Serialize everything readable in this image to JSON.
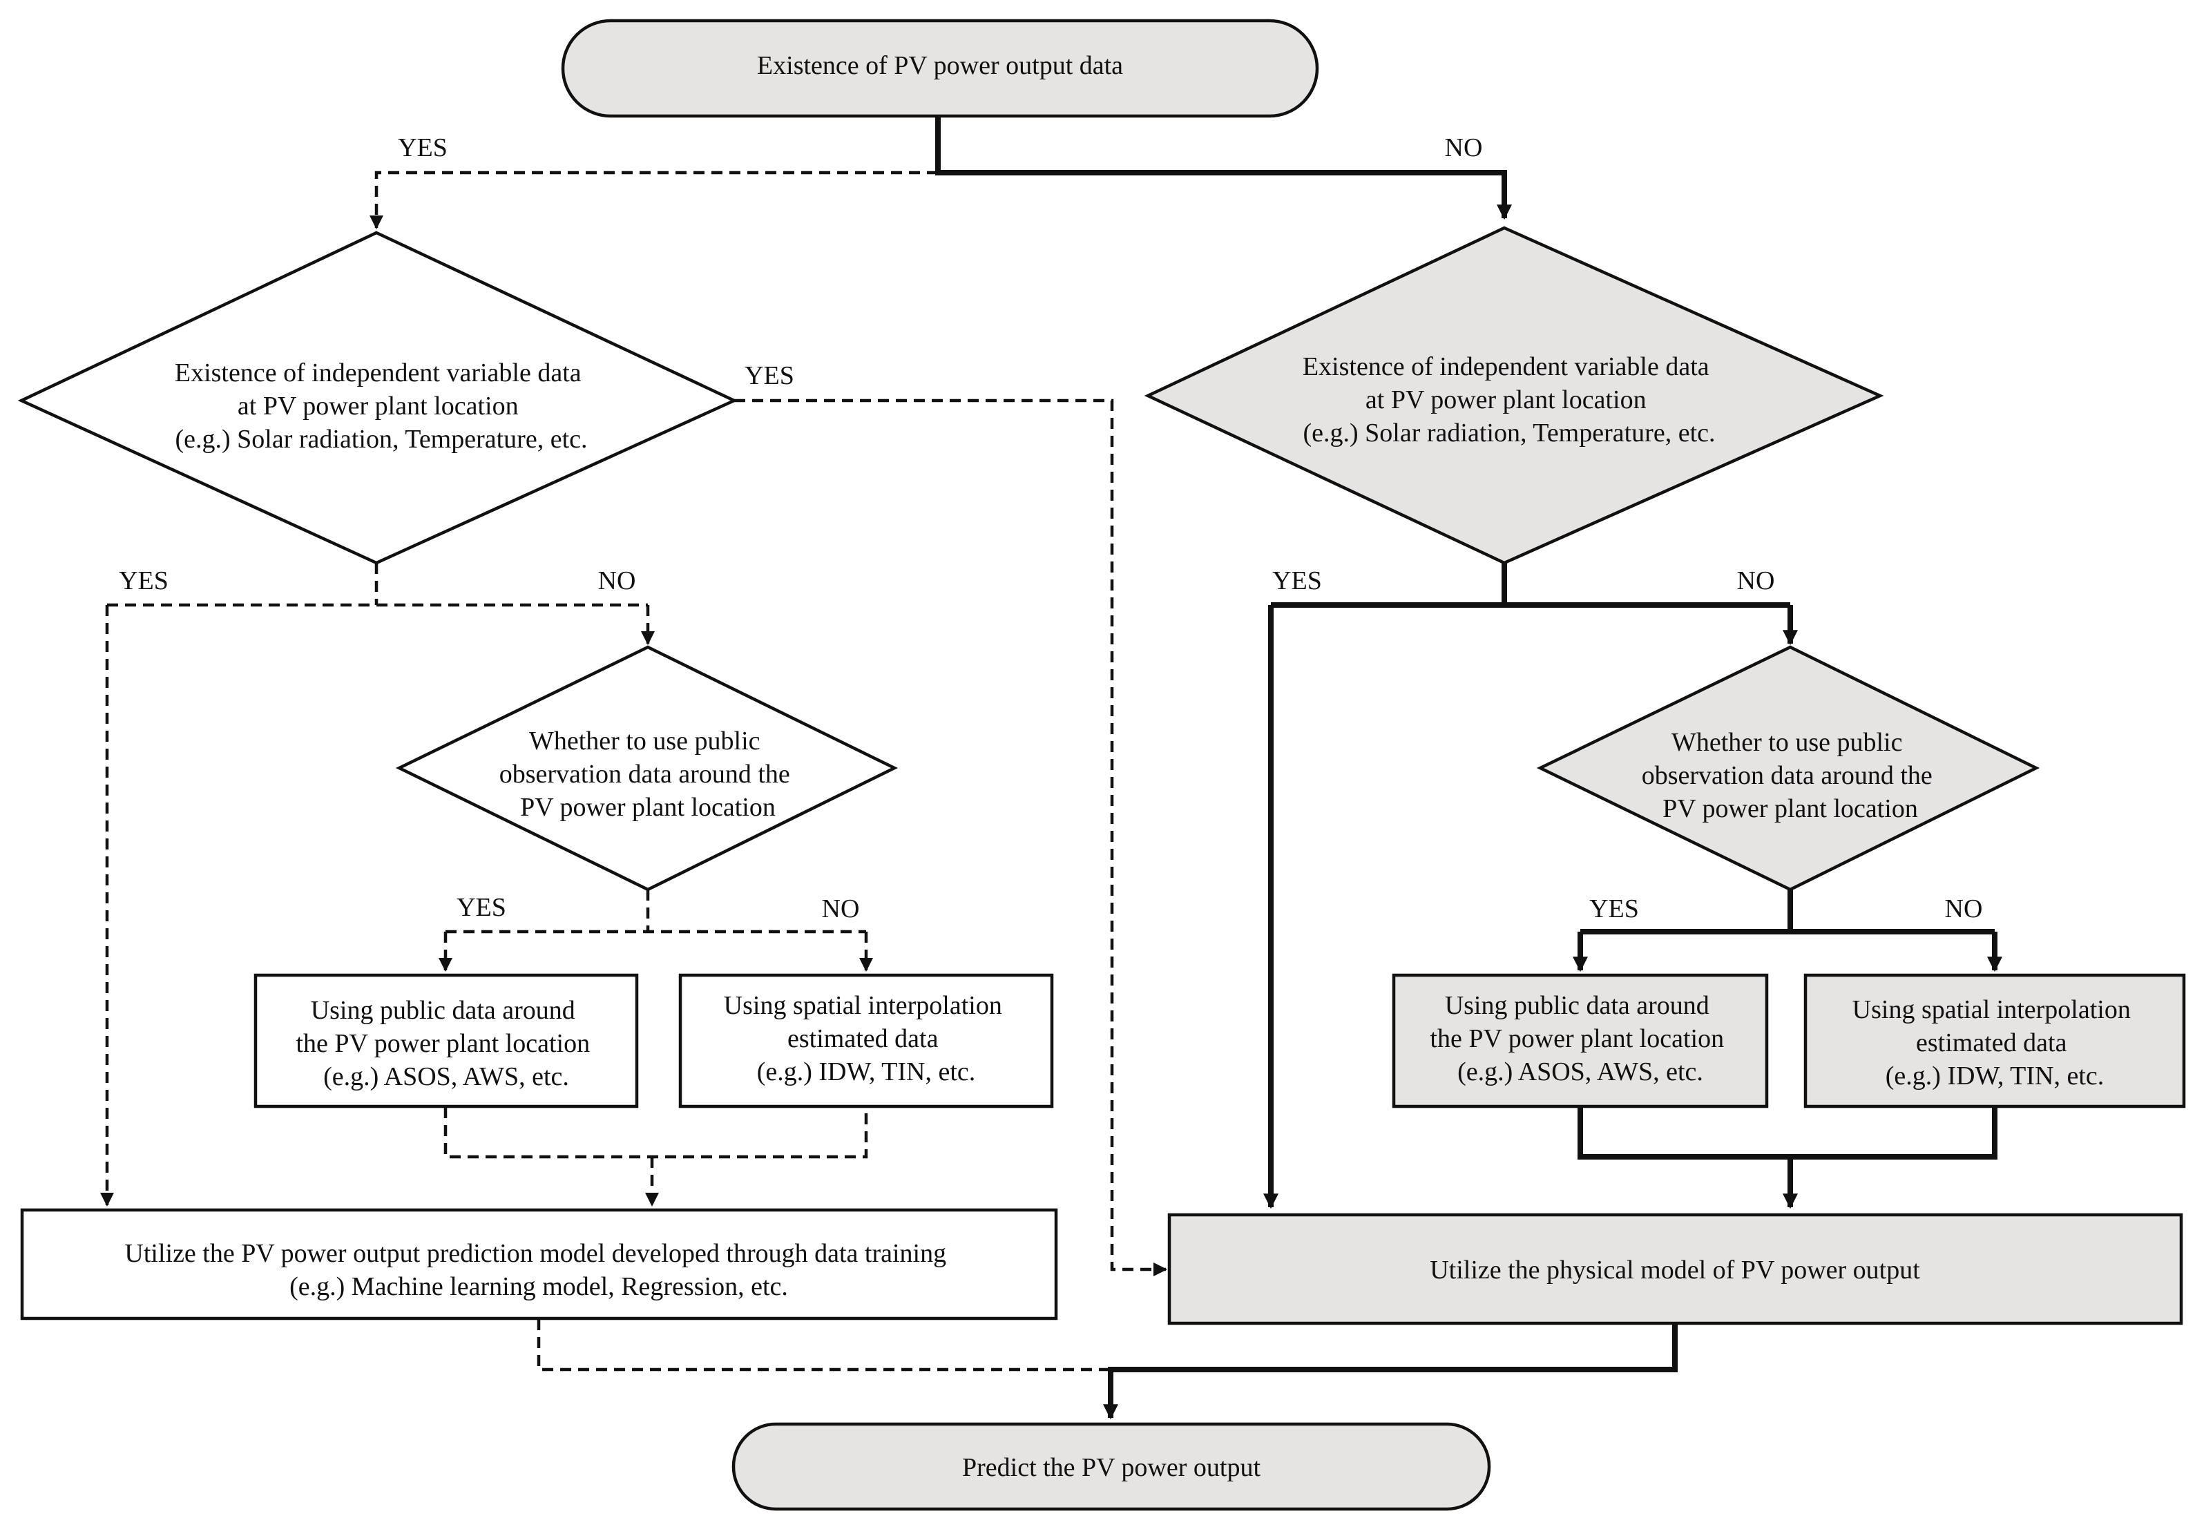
{
  "colors": {
    "gray_fill": "#e6e3e3",
    "white_fill": "#ffffff",
    "stroke": "#111111"
  },
  "nodes": {
    "start": {
      "lines": [
        "Existence of PV power output data"
      ]
    },
    "left_diamond": {
      "lines": [
        "Existence of independent variable data",
        "at PV power plant location",
        "(e.g.) Solar radiation, Temperature, etc."
      ]
    },
    "right_diamond": {
      "lines": [
        "Existence of independent variable data",
        "at PV power plant location",
        "(e.g.) Solar radiation, Temperature, etc."
      ]
    },
    "left_public_diamond": {
      "lines": [
        "Whether to use public",
        "observation data around the",
        "PV power plant location"
      ]
    },
    "right_public_diamond": {
      "lines": [
        "Whether to use public",
        "observation data around the",
        "PV power plant location"
      ]
    },
    "left_public_box": {
      "lines": [
        "Using public data around",
        "the PV power plant location",
        "(e.g.) ASOS, AWS, etc."
      ]
    },
    "left_interp_box": {
      "lines": [
        "Using spatial interpolation",
        "estimated data",
        "(e.g.) IDW, TIN, etc."
      ]
    },
    "right_public_box": {
      "lines": [
        "Using public data around",
        "the PV power plant location",
        "(e.g.) ASOS, AWS, etc."
      ]
    },
    "right_interp_box": {
      "lines": [
        "Using spatial interpolation",
        "estimated data",
        "(e.g.) IDW, TIN, etc."
      ]
    },
    "ml_box": {
      "lines": [
        "Utilize the PV power output prediction model developed through data training",
        "(e.g.) Machine learning model, Regression, etc."
      ]
    },
    "phys_box": {
      "lines": [
        "Utilize the physical model of PV power output"
      ]
    },
    "end": {
      "lines": [
        "Predict the PV power output"
      ]
    }
  },
  "edge_labels": {
    "start_yes": "YES",
    "start_no": "NO",
    "left_diamond_yes_right": "YES",
    "left_diamond_yes": "YES",
    "left_diamond_no": "NO",
    "left_public_yes": "YES",
    "left_public_no": "NO",
    "right_diamond_yes": "YES",
    "right_diamond_no": "NO",
    "right_public_yes": "YES",
    "right_public_no": "NO"
  }
}
